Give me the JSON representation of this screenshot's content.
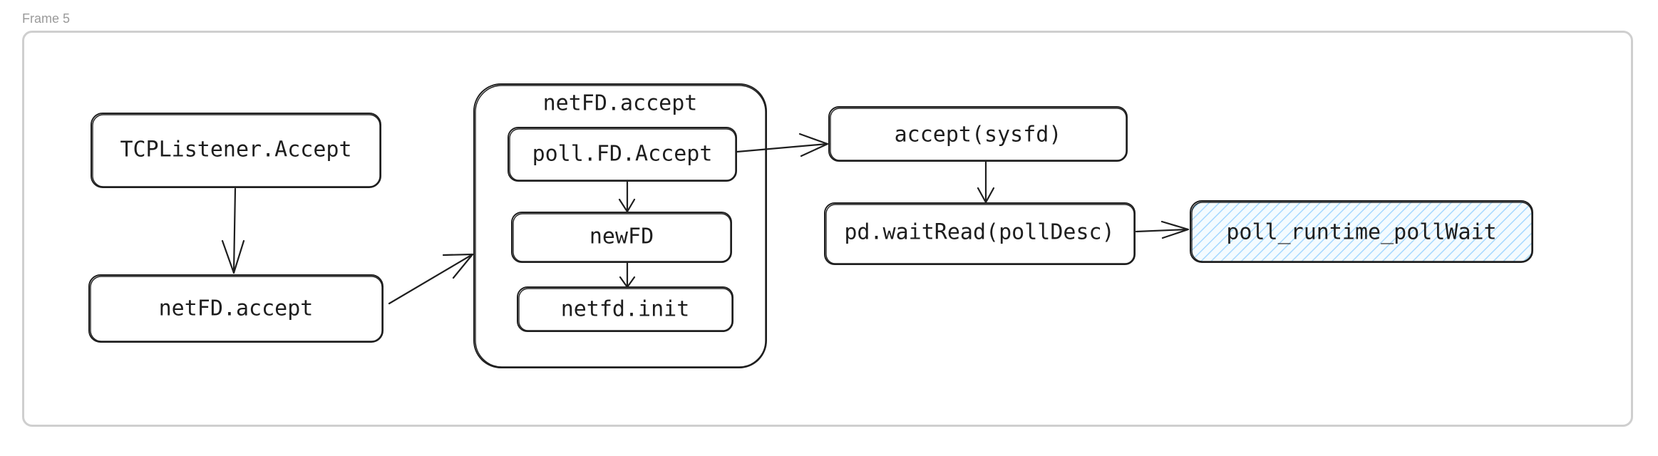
{
  "frame": {
    "label": "Frame 5"
  },
  "nodes": {
    "tcp_listener_accept": "TCPListener.Accept",
    "netfd_accept_outer": "netFD.accept",
    "group_title": "netFD.accept",
    "poll_fd_accept": "poll.FD.Accept",
    "newfd": "newFD",
    "netfd_init": "netfd.init",
    "accept_sysfd": "accept(sysfd)",
    "pd_waitread": "pd.waitRead(pollDesc)",
    "poll_runtime_pollwait": "poll_runtime_pollWait"
  },
  "colors": {
    "stroke": "#1e1e1e",
    "frame_border": "#cfcfcf",
    "frame_label": "#9a9a9a",
    "highlight_hatch": "#a5d8ff"
  }
}
